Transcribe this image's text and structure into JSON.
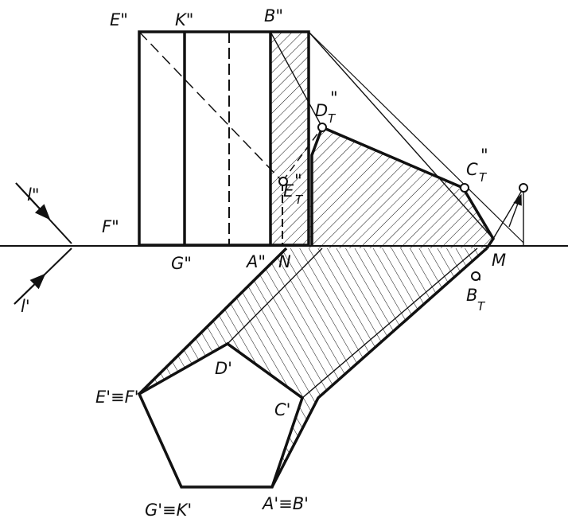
{
  "labels": {
    "E2": "E\"",
    "K2": "K\"",
    "B2": "B\"",
    "F2": "F\"",
    "G2": "G\"",
    "A2": "A\"",
    "N": "N",
    "M": "M",
    "l2": "l\"",
    "l1": "l'",
    "D1": "D'",
    "C1": "C'",
    "EF1": "E'≡F'",
    "GK1": "G'≡K'",
    "AB1": "A'≡B'",
    "DT2": "D",
    "DT2_sub": "T",
    "DT2_mark": "\"",
    "CT2": "C",
    "CT2_sub": "T",
    "CT2_mark": "\"",
    "ET2": "E",
    "ET2_sub": "T",
    "ET2_mark": "\"",
    "BT1": "B",
    "BT1_sub": "T",
    "BT1_mark": "'"
  }
}
